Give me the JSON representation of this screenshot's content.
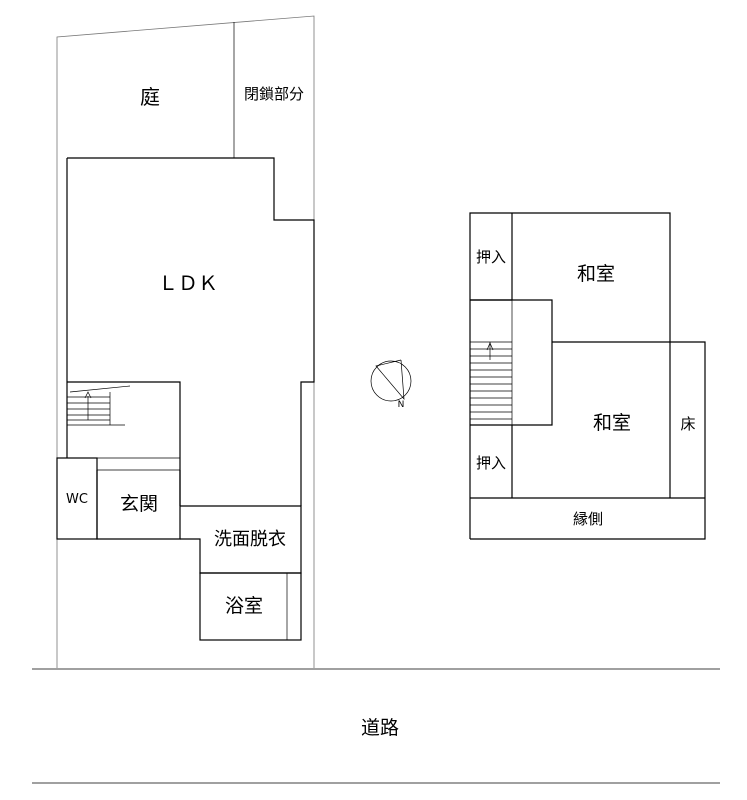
{
  "floor1": {
    "garden": "庭",
    "closed_part": "閉鎖部分",
    "ldk": "ＬＤＫ",
    "wc": "WC",
    "entrance": "玄関",
    "washroom": "洗面脱衣",
    "bathroom": "浴室"
  },
  "floor2": {
    "closet_top": "押入",
    "closet_bottom": "押入",
    "washitsu_top": "和室",
    "washitsu_bottom": "和室",
    "tokonoma": "床",
    "engawa": "縁側"
  },
  "compass": {
    "north_label": "N"
  },
  "road": "道路"
}
